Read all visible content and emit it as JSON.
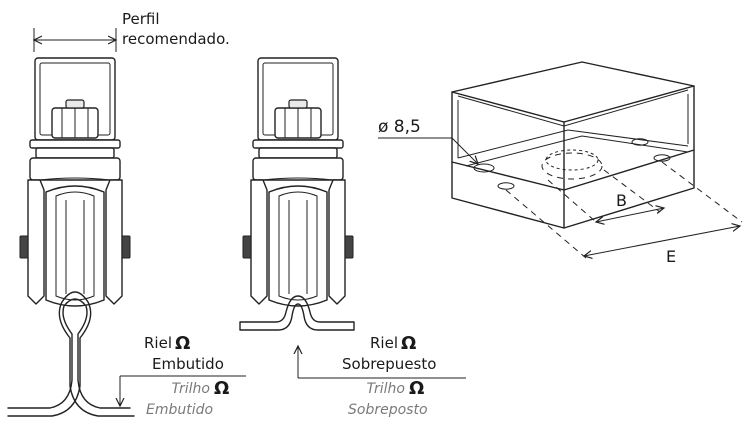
{
  "labels": {
    "perfil_line1": "Perfil",
    "perfil_line2": "recomendado.",
    "diameter": "ø 8,5",
    "dim_b": "B",
    "dim_e": "E",
    "left_rail_es_1": "Riel",
    "left_rail_es_2": "Embutido",
    "left_rail_pt_1": "Trilho",
    "left_rail_pt_2": "Embutido",
    "right_rail_es_1": "Riel",
    "right_rail_es_2": "Sobrepuesto",
    "right_rail_pt_1": "Trilho",
    "right_rail_pt_2": "Sobreposto",
    "omega_symbol": "Ω"
  },
  "colors": {
    "line": "#222222",
    "text": "#1a1a1a",
    "secondary_text": "#7a7a7a"
  }
}
